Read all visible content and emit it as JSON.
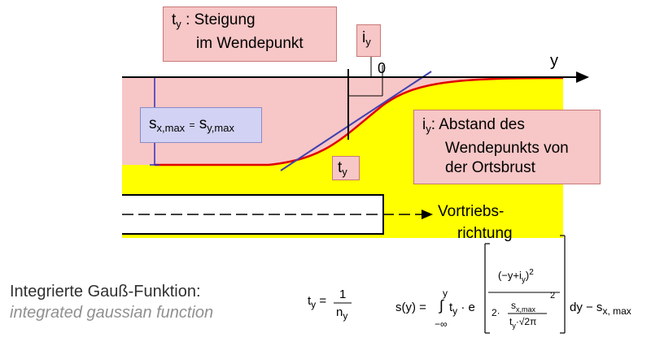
{
  "labels": {
    "ty_box": {
      "symbol": "t",
      "sub": "y",
      "line1": ": Steigung",
      "line2": "im Wendepunkt"
    },
    "iy_box": {
      "symbol": "i",
      "sub": "y"
    },
    "axis_y": "y",
    "axis_zero": "0",
    "sx_box": {
      "s1": "s",
      "sub1": "x,max",
      "eq": "=",
      "s2": "s",
      "sub2": "y,max"
    },
    "iy_desc": {
      "symbol": "i",
      "sub": "y",
      "line1": ": Abstand des",
      "line2": "Wendepunkts von",
      "line3": "der Ortsbrust"
    },
    "ty_small": {
      "symbol": "t",
      "sub": "y"
    },
    "drive": {
      "line1": "Vortriebs-",
      "line2": "richtung"
    }
  },
  "caption": {
    "german": "Integrierte Gauß-Funktion:",
    "english": "integrated gaussian function"
  },
  "formula_ty": {
    "lhs": "t",
    "lhs_sub": "y",
    "eq": "=",
    "num": "1",
    "den": "n",
    "den_sub": "y"
  },
  "formula_s": {
    "lhs": "s(y) =",
    "upper": "y",
    "integral": "∫",
    "lower": "−∞",
    "term": "t",
    "term_sub": "y",
    "dot_e": "· e",
    "exp_num": "(−y+i",
    "exp_num_sub": "y",
    "exp_num_end": ")",
    "exp_num_pow": "2",
    "exp_den_pre": "2·",
    "frac_num": "s",
    "frac_num_sub": "x,max",
    "frac_den": "t",
    "frac_den_sub": "y",
    "frac_den_mid": "·√2π",
    "exp_den_pow": "2",
    "tail": "dy − s",
    "tail_sub": "x, max"
  },
  "colors": {
    "ground": "#ffff00",
    "settlement": "#f7c6c6",
    "curve": "#e00000",
    "tangent": "#4040b0",
    "box_lilac": "#d2d2f4"
  }
}
